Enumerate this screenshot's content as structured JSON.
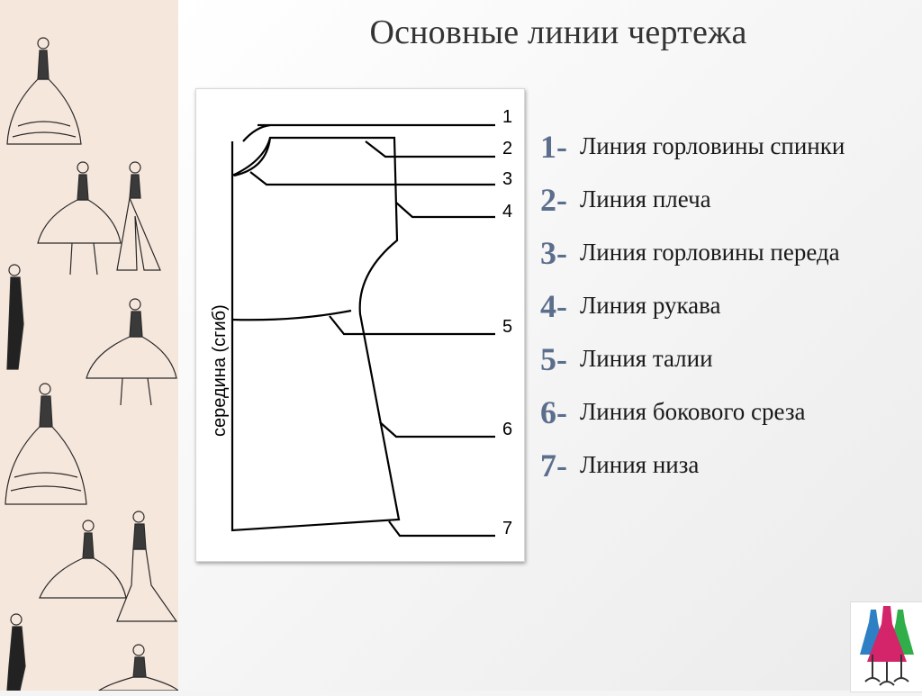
{
  "title": "Основные линии чертежа",
  "drawing": {
    "fold_label": "середина (сгиб)",
    "line_numbers": [
      "1",
      "2",
      "3",
      "4",
      "5",
      "6",
      "7"
    ]
  },
  "legend": [
    {
      "num": "1-",
      "label": "Линия горловины спинки"
    },
    {
      "num": "2-",
      "label": "Линия плеча"
    },
    {
      "num": "3-",
      "label": "Линия  горловины переда"
    },
    {
      "num": "4-",
      "label": "Линия  рукава"
    },
    {
      "num": "5-",
      "label": "Линия талии"
    },
    {
      "num": "6-",
      "label": "Линия бокового среза"
    },
    {
      "num": "7-",
      "label": "Линия низа"
    }
  ],
  "colors": {
    "legend_number": "#5b6e8c",
    "side_strip": "#f6e7dc",
    "line": "#000000"
  },
  "icons": {
    "side_strip": "vintage-dress-illustrations",
    "logo": "dress-mannequins-logo"
  }
}
